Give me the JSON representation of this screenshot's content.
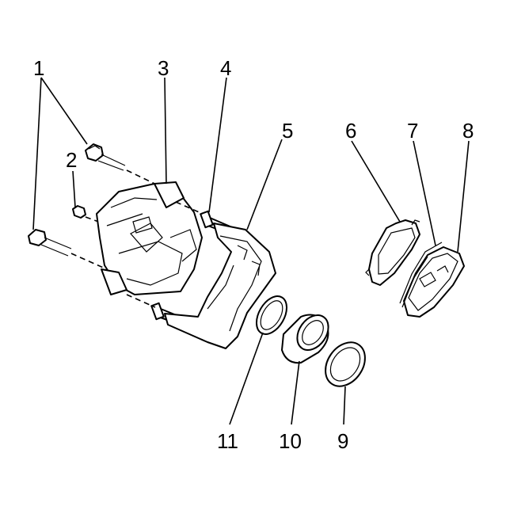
{
  "callouts": [
    {
      "label": "1"
    },
    {
      "label": "2"
    },
    {
      "label": "3"
    },
    {
      "label": "4"
    },
    {
      "label": "5"
    },
    {
      "label": "6"
    },
    {
      "label": "7"
    },
    {
      "label": "8"
    },
    {
      "label": "9"
    },
    {
      "label": "10"
    },
    {
      "label": "11"
    }
  ],
  "colors": {
    "ink": "#000000",
    "paper": "#ffffff"
  }
}
